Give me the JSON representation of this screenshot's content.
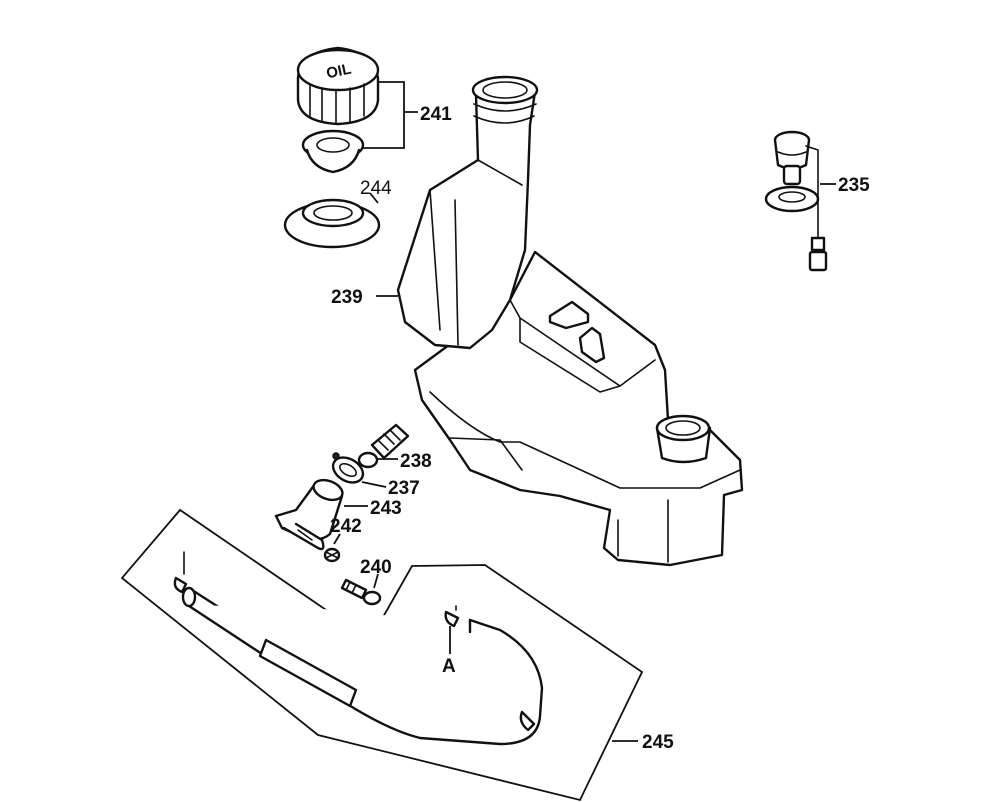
{
  "parts": {
    "filler_cap_group": "241",
    "grommet": "244",
    "level_sensor": "235",
    "oil_tank": "239",
    "fitting": "238",
    "clamp_ring": "237",
    "elbow": "243",
    "nut": "242",
    "bolt": "240",
    "hose_assembly": "245"
  },
  "cap_text": "OIL",
  "detail_marker": "A"
}
